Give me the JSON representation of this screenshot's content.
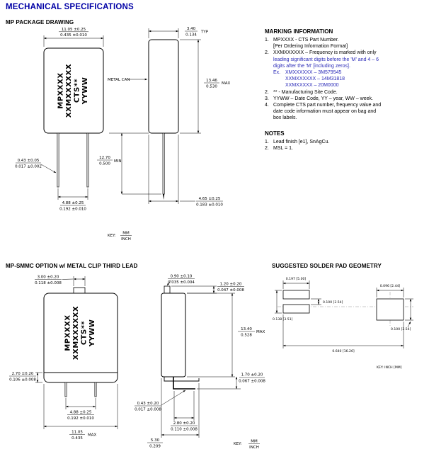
{
  "colors": {
    "heading_blue": "#0000A6",
    "revision_blue": "#2A2AB8"
  },
  "page": {
    "title": "MECHANICAL SPECIFICATIONS"
  },
  "headings": {
    "mp_drawing": "MP PACKAGE DRAWING",
    "marking": "MARKING INFORMATION",
    "notes": "NOTES",
    "smmc": "MP-SMMC OPTION w/ METAL CLIP THIRD LEAD",
    "solder": "SUGGESTED SOLDER PAD GEOMETRY"
  },
  "marking_info": {
    "item1_num": "1.",
    "item1_line1": "MPXXXX - CTS Part Number.",
    "item1_line2": "[Per Ordering Information Format]",
    "item2_num": "2.",
    "item2_line1": "XXMXXXXXX – Frequency is marked with only",
    "item2_line2": "leading significant digits before the 'M' and 4 – 6",
    "item2_line3": "digits after the 'M' [including zeros].",
    "ex_label": "Ex.",
    "ex_line1": "XMXXXXXX – 3M579545",
    "ex_line2": "XXMXXXXXX – 14M31818",
    "ex_line3": "XXMXXXXX – 20M0000",
    "item3_num": "2.",
    "item3_text": "** - Manufacturing Site Code.",
    "item4_num": "3.",
    "item4_text": "YYWW – Date Code, YY – year, WW – week.",
    "item5_num": "4.",
    "item5_line1": "Complete CTS part number, frequency value and",
    "item5_line2": "date code information must appear on bag and",
    "item5_line3": "box labels."
  },
  "notes": {
    "item1_num": "1.",
    "item1_text": "Lead finish [e1], SnAgCu.",
    "item2_num": "2.",
    "item2_text": "MSL = 1."
  },
  "mp_pkg": {
    "marking1": "MPXXXX",
    "marking2": "XXMXXXXXX",
    "marking3": "CTS**",
    "marking4": "YYWW",
    "metal_can": "METAL CAN",
    "w_mm": "11.05 ±0.25",
    "w_in": "0.435 ±0.010",
    "t_mm": "3.40",
    "t_in": "0.134",
    "t_suf": "TYP",
    "h_mm": "13.46",
    "h_in": "0.530",
    "h_suf": "MAX",
    "ll_mm": "12.70",
    "ll_in": "0.500",
    "ll_suf": "MIN",
    "ld_mm": "0.43 ±0.05",
    "ld_in": "0.017 ±0.002",
    "ls_mm": "4.88 ±0.25",
    "ls_in": "0.192 ±0.010",
    "d_mm": "4.65 ±0.25",
    "d_in": "0.183 ±0.010",
    "key_label": "KEY:",
    "key_mm": "MM",
    "key_in": "INCH"
  },
  "smmc": {
    "marking1": "MPXXXX",
    "marking2": "XXMXXXXXX",
    "marking3": "CTS**",
    "marking4": "YYWW",
    "tab_mm": "3.00 ±0.20",
    "tab_in": "0.118 ±0.008",
    "clip_mm": "2.70 ±0.20",
    "clip_in": "0.106 ±0.008",
    "ls_mm": "4.88 ±0.25",
    "ls_in": "0.192 ±0.010",
    "w_mm": "11.05",
    "w_in": "0.435",
    "w_suf": "MAX",
    "gap_mm": "0.90 ±0.10",
    "gap_in": "0.035 ±0.004",
    "tabext_mm": "1.20 ±0.20",
    "tabext_in": "0.047 ±0.008",
    "h_mm": "13.40",
    "h_in": "0.528",
    "h_suf": "MAX",
    "so_mm": "1.70 ±0.20",
    "so_in": "0.067 ±0.008",
    "lt_mm": "0.43 ±0.20",
    "lt_in": "0.017 ±0.008",
    "foot_mm": "2.80 ±0.20",
    "foot_in": "0.110 ±0.008",
    "dep_mm": "5.30",
    "dep_in": "0.209",
    "key_label": "KEY:",
    "key_mm": "MM",
    "key_in": "INCH"
  },
  "solder": {
    "pad_len": "0.197 [5.00]",
    "gap": "0.100 [2.54]",
    "pitch": "0.138 [3.51]",
    "clip_w": "0.096 [2.44]",
    "clip_h": "0.100 [2.54]",
    "overall": "0.640 [16.26]",
    "key": "KEY:  INCH [MM]"
  }
}
